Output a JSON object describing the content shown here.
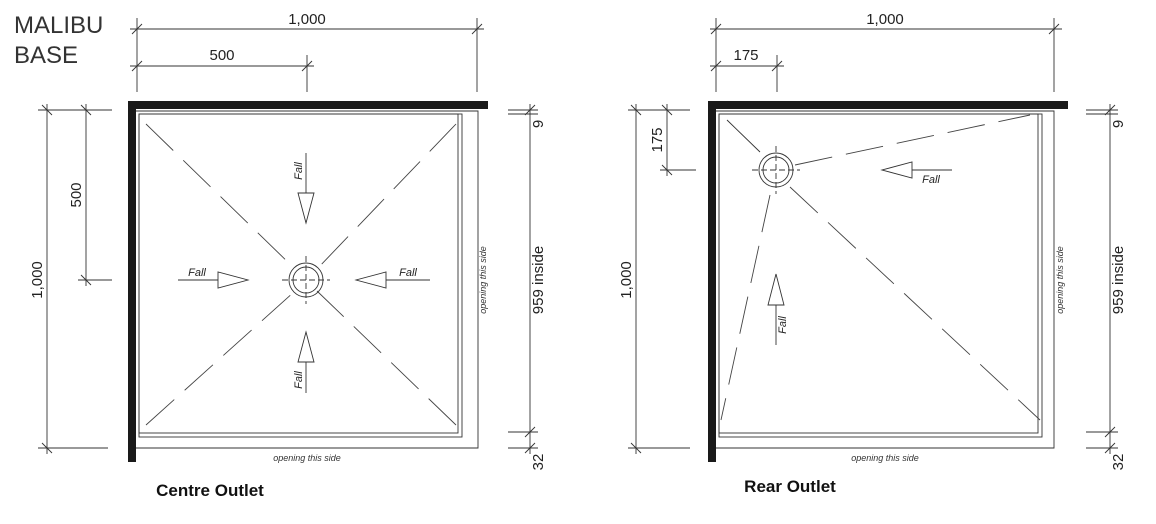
{
  "title": {
    "line1": "MALIBU",
    "line2": "BASE"
  },
  "labels": {
    "fall": "Fall",
    "opening": "opening this side",
    "inside": "959 inside",
    "nine": "9",
    "thirty_two": "32"
  },
  "centre": {
    "caption": "Centre Outlet",
    "width_total": "1,000",
    "outlet_x": "500",
    "height_total": "1,000",
    "outlet_y": "500"
  },
  "rear": {
    "caption": "Rear Outlet",
    "width_total": "1,000",
    "outlet_x": "175",
    "height_total": "1,000",
    "outlet_y": "175"
  }
}
